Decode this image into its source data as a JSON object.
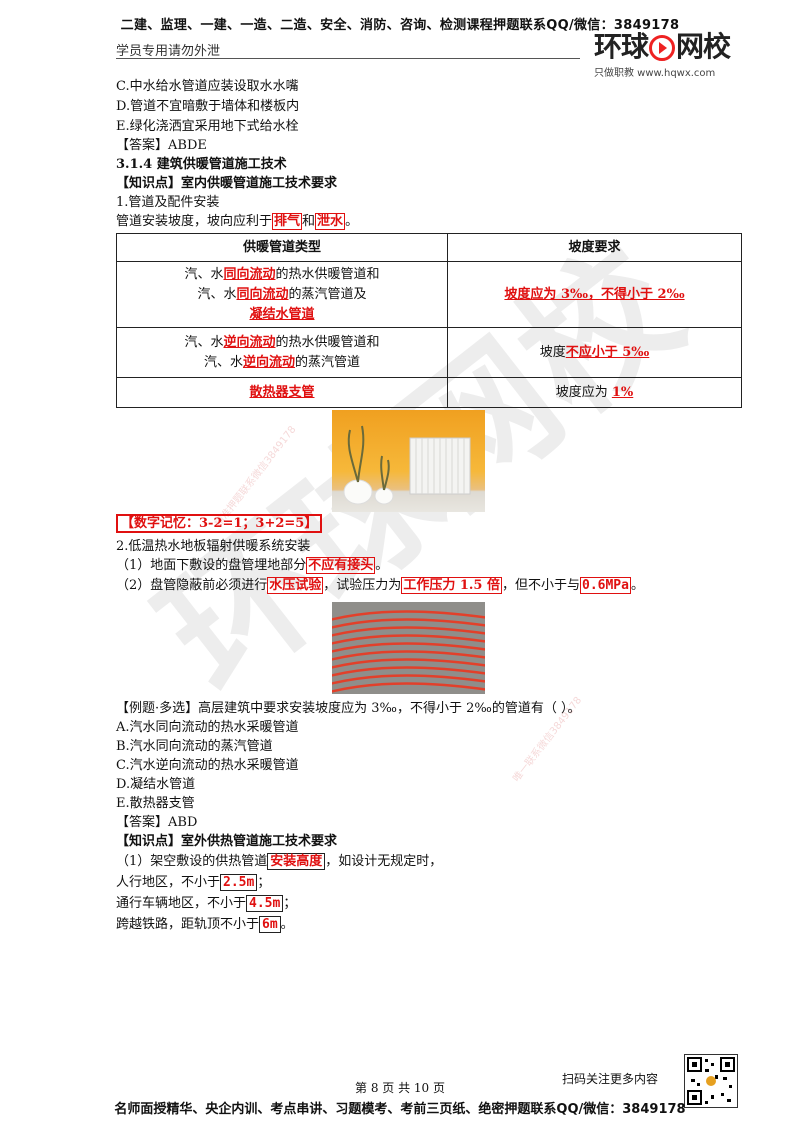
{
  "header": {
    "banner": "二建、监理、一建、一造、二造、安全、消防、咨询、检测课程押题联系QQ/微信：3849178",
    "confidential": "学员专用请勿外泄",
    "logo_main_a": "环球",
    "logo_main_b": "网校",
    "logo_sub": "只做职教  www.hqwx.com"
  },
  "lines": {
    "c": "C.中水给水管道应装设取水水嘴",
    "d": "D.管道不宜暗敷于墙体和楼板内",
    "e": "E.绿化浇洒宜采用地下式给水栓",
    "ans1": "【答案】ABDE",
    "sec": "3.1.4 建筑供暖管道施工技术",
    "kp1": "【知识点】室内供暖管道施工技术要求",
    "p1": "1.管道及配件安装",
    "slope_pre": "管道安装坡度，坡向应利于",
    "slope_a": "排气",
    "slope_and": "和",
    "slope_b": "泄水",
    "slope_end": "。"
  },
  "table": {
    "h1": "供暖管道类型",
    "h2": "坡度要求",
    "r1_a1": "汽、水",
    "r1_a2": "同向流动",
    "r1_a3": "的热水供暖管道和",
    "r1_b1": "汽、水",
    "r1_b2": "同向流动",
    "r1_b3": "的蒸汽管道及",
    "r1_c": "凝结水管道",
    "r1_req": "坡度应为 3‰，不得小于 2‰",
    "r2_a1": "汽、水",
    "r2_a2": "逆向流动",
    "r2_a3": "的热水供暖管道和",
    "r2_b1": "汽、水",
    "r2_b2": "逆向流动",
    "r2_b3": "的蒸汽管道",
    "r2_req_a": "坡度",
    "r2_req_b": "不应小于 5‰",
    "r3_type": "散热器支管",
    "r3_req_a": "坡度应为 ",
    "r3_req_b": "1%"
  },
  "memo": "【数字记忆：3-2=1；3+2=5】",
  "floor": {
    "title": "2.低温热水地板辐射供暖系统安装",
    "l1_pre": "（1）地面下敷设的盘管埋地部分",
    "l1_box": "不应有接头",
    "l1_end": "。",
    "l2_pre": "（2）盘管隐蔽前必须进行",
    "l2_box1": "水压试验",
    "l2_mid": "，试验压力为",
    "l2_box2": "工作压力 1.5 倍",
    "l2_mid2": "，但不小于与",
    "l2_box3": "0.6MPa",
    "l2_end": "。"
  },
  "example": {
    "q": "【例题·多选】高层建筑中要求安装坡度应为 3‰，不得小于 2‰的管道有（    ）。",
    "a": "A.汽水同向流动的热水采暖管道",
    "b": "B.汽水同向流动的蒸汽管道",
    "c": "C.汽水逆向流动的热水采暖管道",
    "d": "D.凝结水管道",
    "e": "E.散热器支管",
    "ans": "【答案】ABD"
  },
  "outdoor": {
    "kp": "【知识点】室外供热管道施工技术要求",
    "l1_pre": "（1）架空敷设的供热管道",
    "l1_box": "安装高度",
    "l1_end": "，如设计无规定时，",
    "l2_pre": "人行地区，不小于",
    "l2_box": "2.5m",
    "l2_end": "；",
    "l3_pre": "通行车辆地区，不小于",
    "l3_box": "4.5m",
    "l3_end": "；",
    "l4_pre": "跨越铁路，距轨顶不小于",
    "l4_box": "6m",
    "l4_end": "。"
  },
  "footer": {
    "page": "第 8 页 共 10 页",
    "scan": "扫码关注更多内容",
    "bottom": "名师面授精华、央企内训、考点串讲、习题模考、考前三页纸、绝密押题联系QQ/微信：3849178"
  },
  "watermark": {
    "big": "环球网校",
    "small1": "精准押题联系微信3849178",
    "small2": "唯一联系微信3849178"
  }
}
